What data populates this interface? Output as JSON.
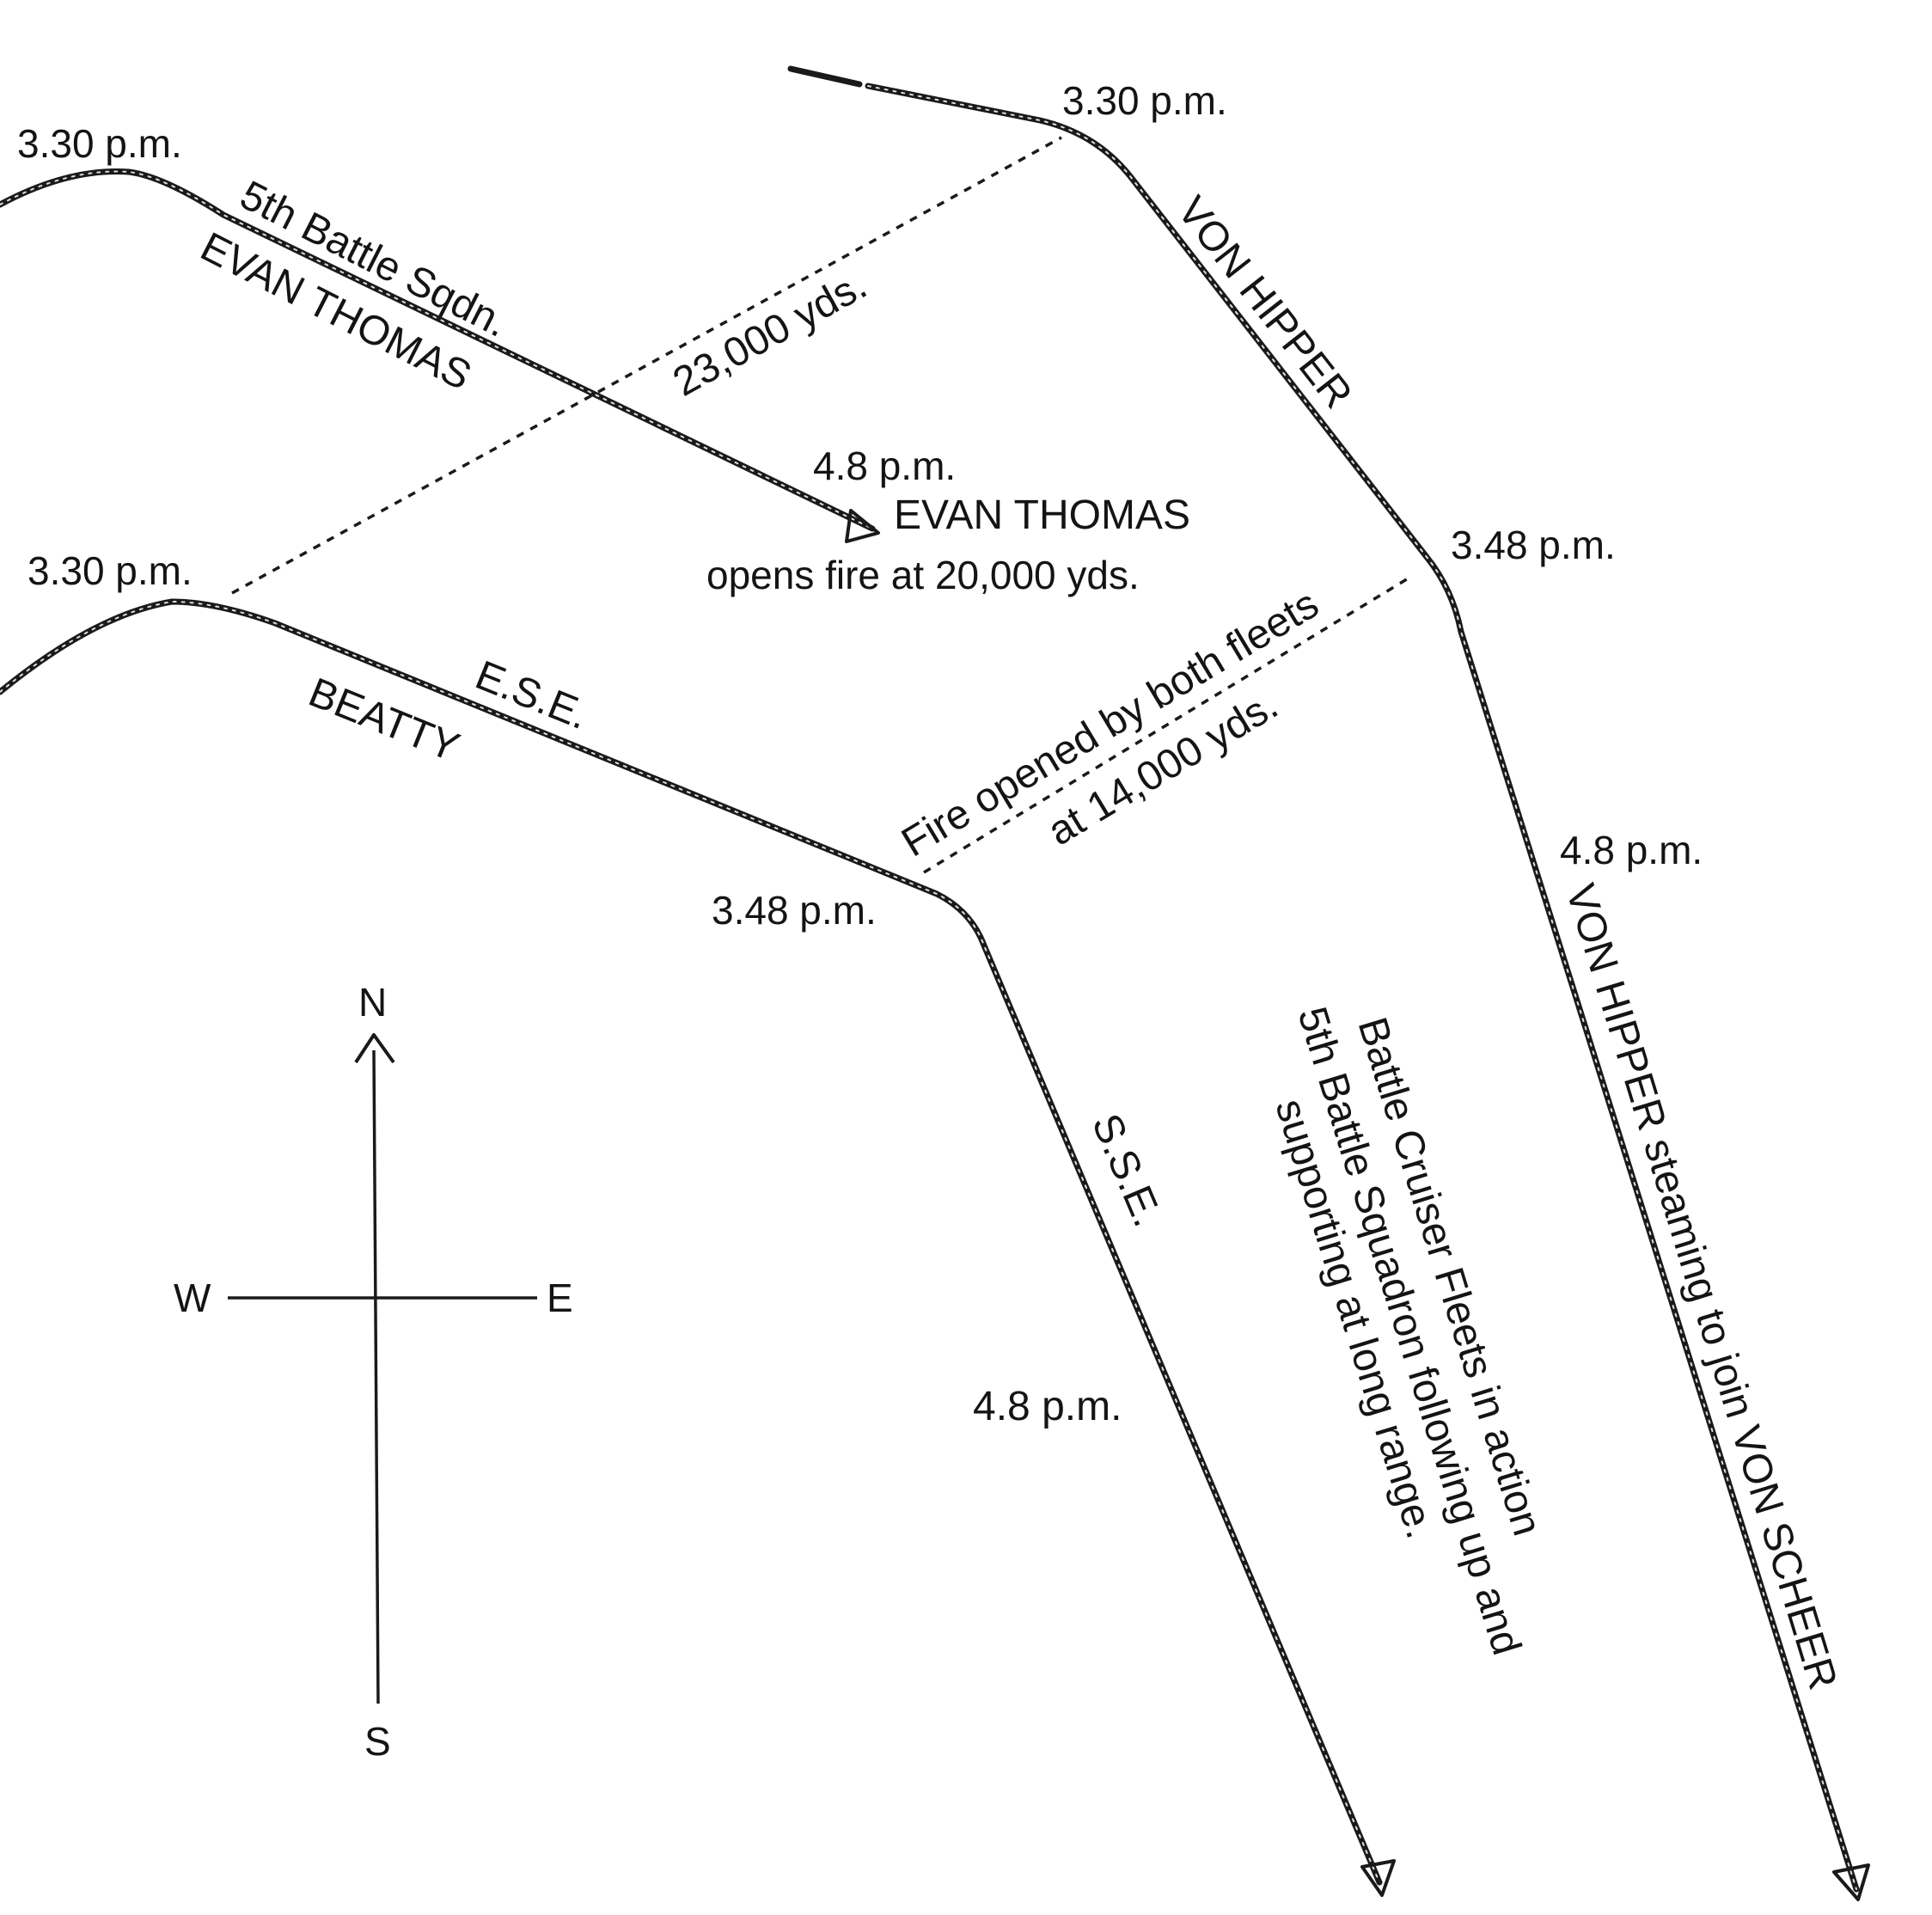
{
  "labels": {
    "evan_thomas_start_time": "3.30 p.m.",
    "hipper_start_time": "3.30 p.m.",
    "beatty_start_time": "3.30 p.m.",
    "fifth_battle_sqdn": "5th Battle Sqdn.",
    "evan_thomas_route": "EVAN THOMAS",
    "range_23000": "23,000 yds.",
    "von_hipper_route": "VON HIPPER",
    "evan_thomas_4_8": "4.8 p.m.",
    "evan_thomas_fire_name": "EVAN THOMAS",
    "evan_thomas_fire_text": "opens fire at 20,000 yds.",
    "hipper_3_48": "3.48 p.m.",
    "ese": "E.S.E.",
    "beatty": "BEATTY",
    "fire_opened_line1": "Fire opened by both fleets",
    "fire_opened_line2": "at 14,000 yds.",
    "beatty_3_48": "3.48 p.m.",
    "hipper_4_8": "4.8 p.m.",
    "hipper_to_scheer": "VON HIPPER steaming to join VON SCHEER",
    "sse": "S.S.E.",
    "beatty_4_8": "4.8 p.m.",
    "bcf_line1": "Battle Cruiser Fleets in action",
    "bcf_line2": "5th Battle Squadron following up and",
    "bcf_line3": "supporting at long range."
  },
  "compass": {
    "north": "N",
    "south": "S",
    "east": "E",
    "west": "W"
  }
}
